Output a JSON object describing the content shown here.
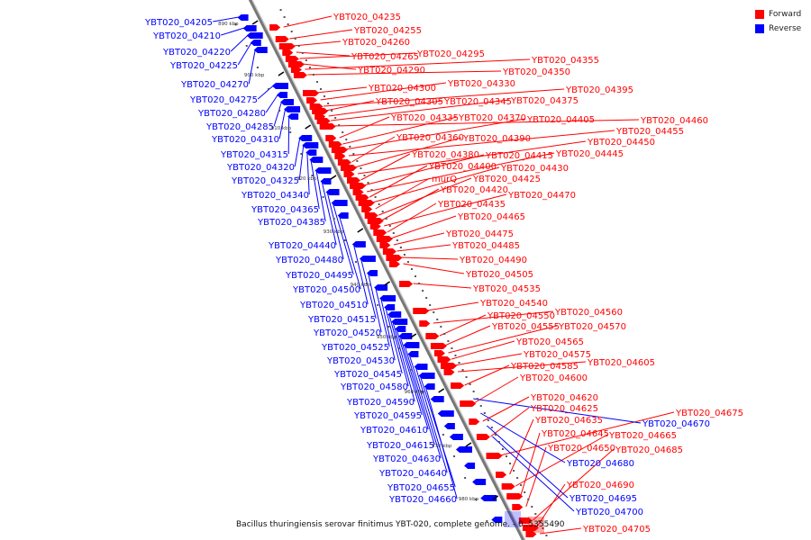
{
  "colors": {
    "forward": "#ff0000",
    "reverse": "#0000ff"
  },
  "legend": {
    "forward_label": "Forward",
    "reverse_label": "Reverse"
  },
  "caption": "Bacillus thuringiensis serovar finitimus YBT-020, complete genome. - 0..5355490",
  "ticks": [
    "890 kbp",
    "900 kbp",
    "910 kbp",
    "920 kbp",
    "930 kbp",
    "940 kbp",
    "950 kbp",
    "960 kbp",
    "970 kbp",
    "980 kbp"
  ],
  "forward_genes": [
    "YBT020_04235",
    "YBT020_04255",
    "YBT020_04260",
    "YBT020_04265",
    "YBT020_04295",
    "YBT020_04290",
    "YBT020_04355",
    "YBT020_04350",
    "YBT020_04300",
    "YBT020_04330",
    "YBT020_04395",
    "YBT020_04305",
    "YBT020_04345",
    "YBT020_04375",
    "YBT020_04460",
    "YBT020_04335",
    "YBT020_04370",
    "YBT020_04405",
    "YBT020_04455",
    "YBT020_04360",
    "YBT020_04390",
    "YBT020_04450",
    "YBT020_04380",
    "YBT020_04415",
    "YBT020_04445",
    "YBT020_04400",
    "YBT020_04430",
    "murQ",
    "YBT020_04425",
    "YBT020_04420",
    "YBT020_04470",
    "YBT020_04435",
    "YBT020_04465",
    "YBT020_04475",
    "YBT020_04485",
    "YBT020_04490",
    "YBT020_04505",
    "YBT020_04535",
    "YBT020_04540",
    "YBT020_04560",
    "YBT020_04550",
    "YBT020_04555",
    "YBT020_04570",
    "YBT020_04565",
    "YBT020_04575",
    "YBT020_04605",
    "YBT020_04585",
    "YBT020_04600",
    "YBT020_04620",
    "YBT020_04625",
    "YBT020_04675",
    "YBT020_04635",
    "YBT020_04665",
    "YBT020_04645",
    "YBT020_04650",
    "YBT020_04685",
    "YBT020_04690",
    "YBT020_04705"
  ],
  "reverse_genes": [
    "YBT020_04205",
    "YBT020_04210",
    "YBT020_04220",
    "YBT020_04225",
    "YBT020_04270",
    "YBT020_04275",
    "YBT020_04280",
    "YBT020_04285",
    "YBT020_04310",
    "YBT020_04315",
    "YBT020_04320",
    "YBT020_04325",
    "YBT020_04340",
    "YBT020_04365",
    "YBT020_04385",
    "YBT020_04440",
    "YBT020_04480",
    "YBT020_04495",
    "YBT020_04500",
    "YBT020_04510",
    "YBT020_04515",
    "YBT020_04520",
    "YBT020_04525",
    "YBT020_04530",
    "YBT020_04545",
    "YBT020_04580",
    "YBT020_04590",
    "YBT020_04595",
    "YBT020_04610",
    "YBT020_04615",
    "YBT020_04630",
    "YBT020_04640",
    "YBT020_04655",
    "YBT020_04660",
    "YBT020_04670",
    "YBT020_04680",
    "YBT020_04695",
    "YBT020_04700"
  ]
}
